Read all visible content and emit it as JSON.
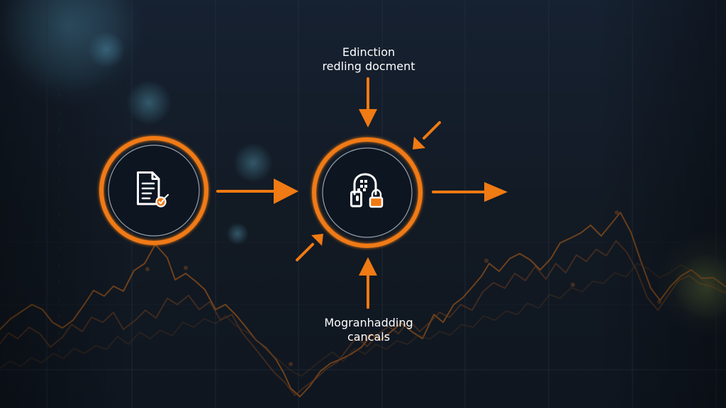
{
  "diagram": {
    "top_label": [
      "Edinction",
      "redling docment"
    ],
    "bottom_label": [
      "Mogranhadding",
      "cancals"
    ],
    "nodes": [
      {
        "icon": "document-icon"
      },
      {
        "icon": "padlock-icon"
      }
    ],
    "accent": "#f07a13",
    "background": "#121a24",
    "label_color": "#ffffff"
  }
}
